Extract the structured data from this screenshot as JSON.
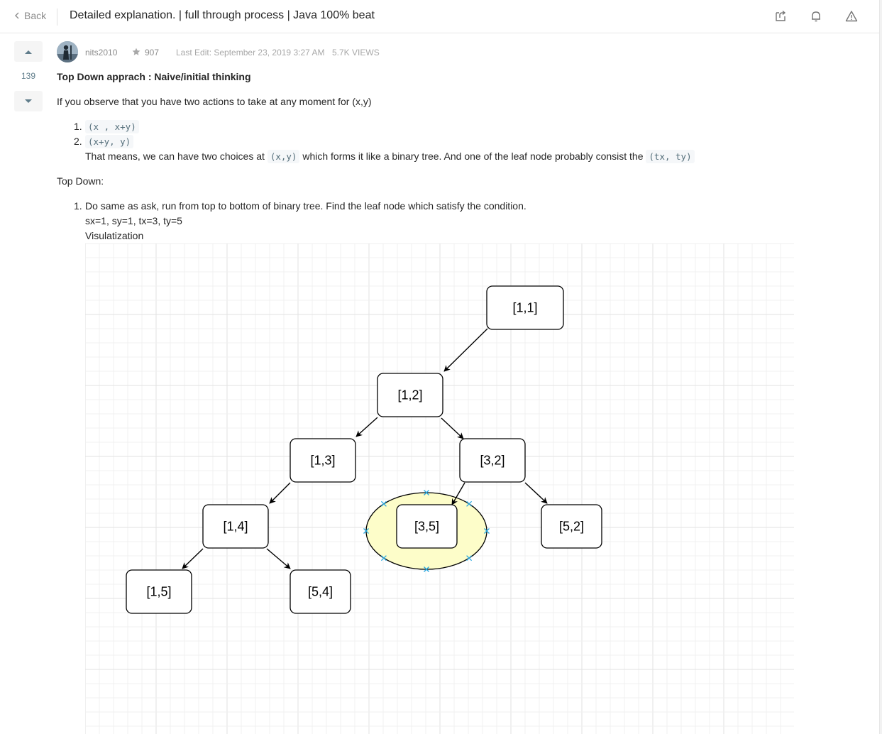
{
  "header": {
    "back_label": "Back",
    "title": "Detailed explanation. | full through process | Java 100% beat",
    "icons": [
      "share-icon",
      "bell-icon",
      "warning-icon"
    ]
  },
  "vote": {
    "count": "139"
  },
  "post_meta": {
    "author": "nits2010",
    "reputation": "907",
    "last_edit": "Last Edit: September 23, 2019 3:27 AM",
    "views": "5.7K VIEWS"
  },
  "content": {
    "heading": "Top Down apprach : Naive/initial thinking",
    "intro": "If you observe that you have two actions to take at any moment for (x,y)",
    "list1": {
      "n1": "1.",
      "item1_code": "(x , x+y)",
      "n2": "2.",
      "item2_code": "(x+y, y)",
      "cont_a": "That means, we can have two choices at",
      "cont_code1": "(x,y)",
      "cont_b": "which forms it like a binary tree. And one of the leaf node probably consist the",
      "cont_code2": "(tx, ty)"
    },
    "top_down": "Top Down:",
    "list2": {
      "n1": "1.",
      "item1": "Do same as ask, run from top to bottom of binary tree. Find the leaf node which satisfy the condition.",
      "line2": "sx=1, sy=1, tx=3, ty=5",
      "line3": "Visulatization"
    }
  },
  "diagram": {
    "nodes": [
      {
        "id": "n11",
        "label": "[1,1]"
      },
      {
        "id": "n12",
        "label": "[1,2]"
      },
      {
        "id": "n13",
        "label": "[1,3]"
      },
      {
        "id": "n32",
        "label": "[3,2]"
      },
      {
        "id": "n14",
        "label": "[1,4]"
      },
      {
        "id": "n35",
        "label": "[3,5]"
      },
      {
        "id": "n52",
        "label": "[5,2]"
      },
      {
        "id": "n15",
        "label": "[1,5]"
      },
      {
        "id": "n54",
        "label": "[5,4]"
      }
    ],
    "edges": [
      [
        "n11",
        "n12"
      ],
      [
        "n12",
        "n13"
      ],
      [
        "n12",
        "n32"
      ],
      [
        "n13",
        "n14"
      ],
      [
        "n32",
        "n35"
      ],
      [
        "n32",
        "n52"
      ],
      [
        "n14",
        "n15"
      ],
      [
        "n14",
        "n54"
      ]
    ],
    "highlighted_node": "n35",
    "colors": {
      "highlight_fill": "#fdfdc9",
      "selection_handle": "#29a8e0",
      "grid_minor": "#f0f0f0",
      "grid_major": "#e2e2e2"
    }
  }
}
